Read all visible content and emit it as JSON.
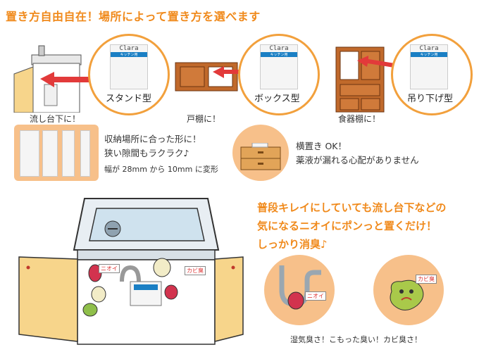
{
  "headline": "置き方自由自在！場所によって置き方を選べます",
  "placements": [
    {
      "label": "スタンド型",
      "caption": "流し台下に！"
    },
    {
      "label": "ボックス型",
      "caption": "戸棚に！"
    },
    {
      "label": "吊り下げ型",
      "caption": "食器棚に！"
    }
  ],
  "package": {
    "brand": "Clara",
    "subtitle": "キッチン用"
  },
  "storage": {
    "line1": "収納場所に合った形に！",
    "line2": "狭い隙間もラクラク♪",
    "line3": "幅が 28mm から 10mm に変形"
  },
  "sideways": {
    "line1": "横置き OK！",
    "line2": "薬液が漏れる心配がありません"
  },
  "promo": {
    "line1": "普段キレイにしていても流し台下などの",
    "line2": "気になるニオイにポンっと置くだけ！",
    "line3": "しっかり消臭♪"
  },
  "odor_tags": {
    "drain": "ニオイ",
    "mold": "カビ臭"
  },
  "bottom_caption": "湿気臭さ！こもった臭い！カビ臭さ！",
  "colors": {
    "accent": "#f08a1c",
    "circle_border": "#f2a03c",
    "cabinet": "#f7d58b",
    "wood": "#c0692b"
  }
}
